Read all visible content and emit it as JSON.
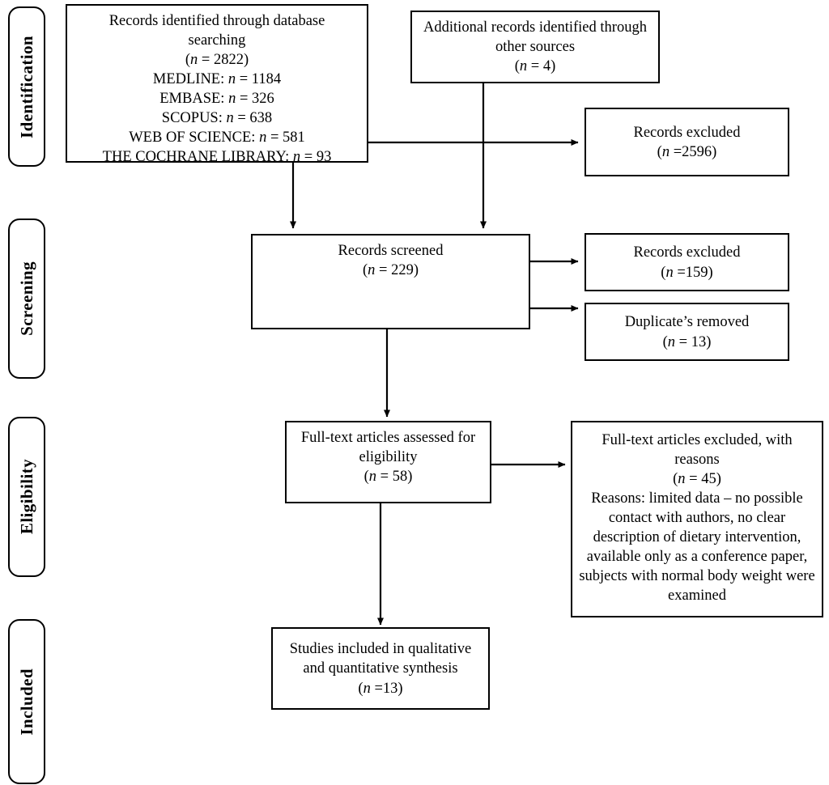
{
  "diagram": {
    "title": "PRISMA flow diagram",
    "type": "flowchart"
  },
  "stages": [
    {
      "id": "identification",
      "label": "Identification"
    },
    {
      "id": "screening",
      "label": "Screening"
    },
    {
      "id": "eligibility",
      "label": "Eligibility"
    },
    {
      "id": "included",
      "label": "Included"
    }
  ],
  "boxes": {
    "database_search": {
      "line1": "Records identified through database",
      "line2": "searching",
      "count_open": "(",
      "count_n": "n",
      "count_rest": " = 2822)",
      "sources": [
        {
          "name": "MEDLINE: ",
          "n": "n",
          "value": " = 1184"
        },
        {
          "name": "EMBASE: ",
          "n": "n",
          "value": " = 326"
        },
        {
          "name": "SCOPUS: ",
          "n": "n",
          "value": " = 638"
        },
        {
          "name": "WEB OF SCIENCE: ",
          "n": "n",
          "value": " = 581"
        },
        {
          "name": "THE COCHRANE LIBRARY: ",
          "n": "n",
          "value": " = 93"
        }
      ]
    },
    "other_sources": {
      "line1": "Additional records identified through",
      "line2": "other sources",
      "count_open": "(",
      "count_n": "n",
      "count_rest": " = 4)"
    },
    "records_excluded_top": {
      "line1": "Records excluded",
      "count_open": "(",
      "count_n": "n",
      "count_rest": " =2596)"
    },
    "records_screened": {
      "line1": "Records screened",
      "count_open": "(",
      "count_n": "n",
      "count_rest": " = 229)"
    },
    "records_excluded_screening": {
      "line1": "Records excluded",
      "count_open": "(",
      "count_n": "n",
      "count_rest": " =159)"
    },
    "duplicates_removed": {
      "line1": "Duplicate’s removed",
      "count_open": "(",
      "count_n": "n",
      "count_rest": " = 13)"
    },
    "fulltext_assessed": {
      "line1": "Full-text articles assessed for",
      "line2": "eligibility",
      "count_open": "(",
      "count_n": "n",
      "count_rest": " = 58)"
    },
    "fulltext_excluded": {
      "line1": "Full-text articles excluded, with",
      "line2": "reasons",
      "count_open": "(",
      "count_n": "n",
      "count_rest": " = 45)",
      "reasons": "Reasons: limited data – no possible contact with authors, no clear description of dietary intervention, available only as a conference paper, subjects with normal body weight were examined"
    },
    "studies_included": {
      "line1": "Studies included in qualitative",
      "line2": "and quantitative synthesis",
      "count_open": "(",
      "count_n": "n",
      "count_rest": " =13)"
    }
  },
  "colors": {
    "stroke": "#000000",
    "background": "#ffffff",
    "text": "#000000"
  }
}
